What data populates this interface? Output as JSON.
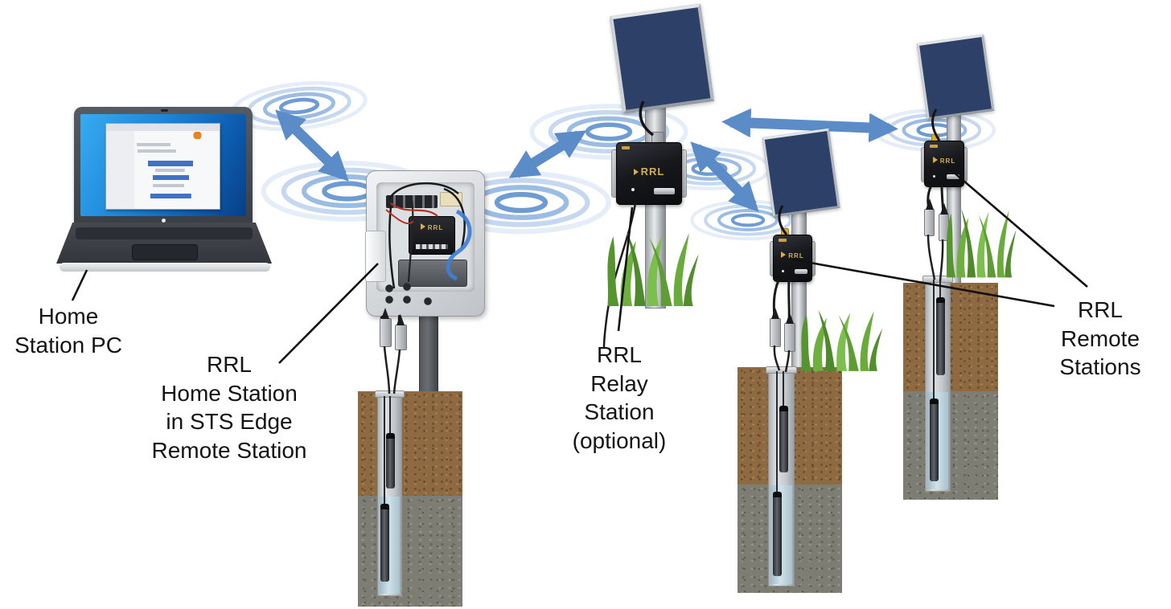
{
  "diagram": {
    "type": "RRL telemetry network diagram",
    "labels": {
      "home_pc": {
        "line1": "Home",
        "line2": "Station PC"
      },
      "home_station": {
        "line1": "RRL",
        "line2": "Home Station",
        "line3": "in STS Edge",
        "line4": "Remote Station"
      },
      "relay_station": {
        "line1": "RRL",
        "line2": "Relay",
        "line3": "Station",
        "line4": "(optional)"
      },
      "remote_stations": {
        "line1": "RRL",
        "line2": "Remote",
        "line3": "Stations"
      }
    },
    "equipment": {
      "logger_brand": "RRL"
    },
    "icons": {
      "wireless_ripple": "concentric elliptical radio-signal rings",
      "link_arrow": "blue double-headed arrow"
    },
    "colors": {
      "arrow_blue": "#5b8cc8",
      "ripple_blue": "#7aa3d6",
      "label_text": "#141414",
      "logger_gold": "#d4af4e",
      "soil_brown": "#8d6a42",
      "bedrock_gray": "#7e7d73",
      "water_blue": "#b7cdd6",
      "grass_green": "#5f9c35",
      "solar_cell_blue": "#2c4068"
    }
  }
}
